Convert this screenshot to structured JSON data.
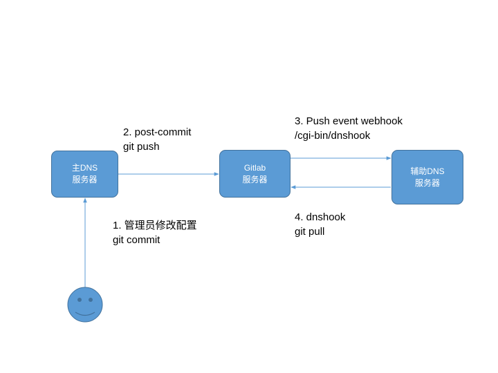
{
  "colors": {
    "node_fill": "#5b9bd5",
    "node_border": "#41719c",
    "arrow": "#5b9bd5"
  },
  "nodes": {
    "primary_dns": {
      "line1": "主DNS",
      "line2": "服务器"
    },
    "gitlab": {
      "line1": "Gitlab",
      "line2": "服务器"
    },
    "secondary_dns": {
      "line1": "辅助DNS",
      "line2": "服务器"
    },
    "admin": {
      "icon": "smiley-face-icon"
    }
  },
  "labels": {
    "step1": {
      "line1": "1. 管理员修改配置",
      "line2": "git commit"
    },
    "step2": {
      "line1": "2. post-commit",
      "line2": "git push"
    },
    "step3": {
      "line1": "3. Push event webhook",
      "line2": "/cgi-bin/dnshook"
    },
    "step4": {
      "line1": "4. dnshook",
      "line2": "git pull"
    }
  }
}
